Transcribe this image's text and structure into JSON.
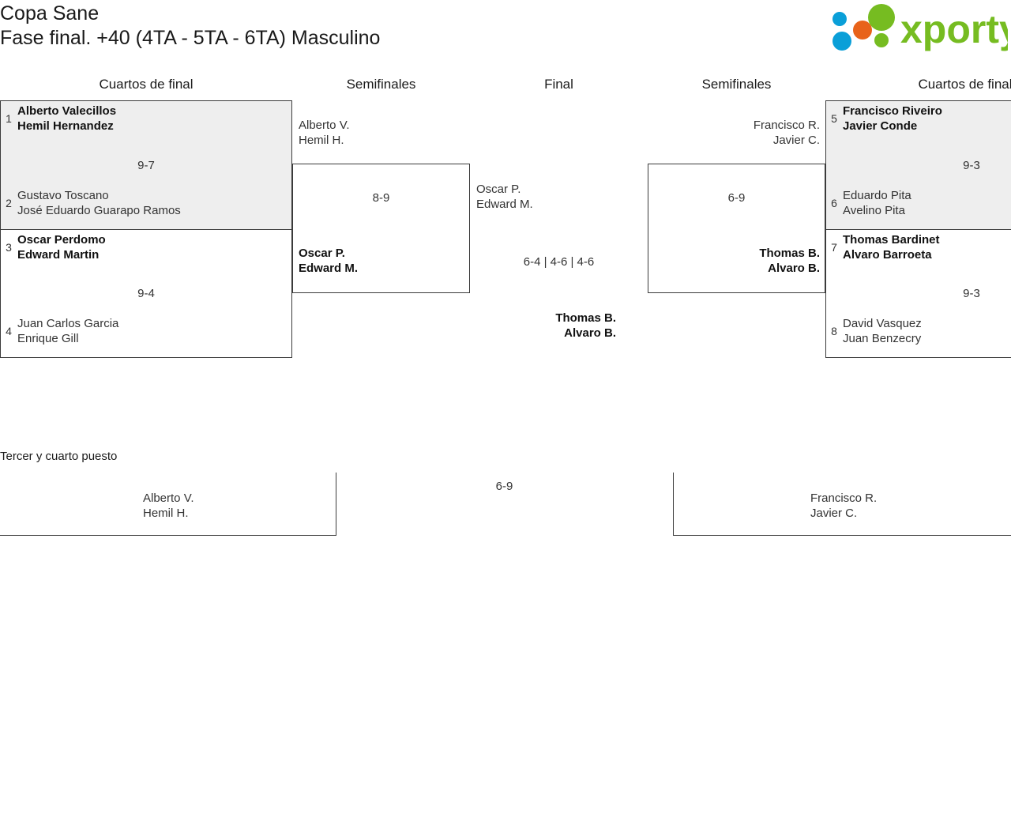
{
  "header": {
    "tournament": "Copa Sane",
    "phase": "Fase final. +40 (4TA - 5TA - 6TA) Masculino",
    "logo_text": "xporty",
    "logo_colors": {
      "green": "#76bc21",
      "blue": "#0a9fd8",
      "orange": "#e8631a"
    }
  },
  "rounds": {
    "qf_left": "Cuartos de final",
    "sf_left": "Semifinales",
    "final": "Final",
    "sf_right": "Semifinales",
    "qf_right": "Cuartos de final"
  },
  "bracket": {
    "quarterfinals_left": [
      {
        "top": {
          "seed": "1",
          "player1": "Alberto Valecillos",
          "player2": "Hemil Hernandez",
          "winner": true
        },
        "bottom": {
          "seed": "2",
          "player1": "Gustavo Toscano",
          "player2": "José Eduardo Guarapo Ramos",
          "winner": false
        },
        "score": "9-7",
        "shaded": true
      },
      {
        "top": {
          "seed": "3",
          "player1": "Oscar Perdomo",
          "player2": "Edward Martin",
          "winner": true
        },
        "bottom": {
          "seed": "4",
          "player1": "Juan Carlos Garcia",
          "player2": "Enrique Gill",
          "winner": false
        },
        "score": "9-4",
        "shaded": false
      }
    ],
    "quarterfinals_right": [
      {
        "top": {
          "seed": "5",
          "player1": "Francisco Riveiro",
          "player2": "Javier Conde",
          "winner": true
        },
        "bottom": {
          "seed": "6",
          "player1": "Eduardo Pita",
          "player2": "Avelino Pita",
          "winner": false
        },
        "score": "9-3",
        "shaded": true
      },
      {
        "top": {
          "seed": "7",
          "player1": "Thomas Bardinet",
          "player2": "Alvaro Barroeta",
          "winner": true
        },
        "bottom": {
          "seed": "8",
          "player1": "David Vasquez",
          "player2": "Juan Benzecry",
          "winner": false
        },
        "score": "9-3",
        "shaded": false
      }
    ],
    "semifinal_left": {
      "top": {
        "player1": "Alberto V.",
        "player2": "Hemil H.",
        "winner": false
      },
      "bottom": {
        "player1": "Oscar P.",
        "player2": "Edward M.",
        "winner": true
      },
      "score": "8-9"
    },
    "semifinal_right": {
      "top": {
        "player1": "Francisco R.",
        "player2": "Javier C.",
        "winner": false
      },
      "bottom": {
        "player1": "Thomas B.",
        "player2": "Alvaro B.",
        "winner": true
      },
      "score": "6-9"
    },
    "final": {
      "top": {
        "player1": "Oscar P.",
        "player2": "Edward M.",
        "winner": false
      },
      "bottom": {
        "player1": "Thomas B.",
        "player2": "Alvaro B.",
        "winner": true
      },
      "score": "6-4 | 4-6 | 4-6"
    },
    "third_place": {
      "title": "Tercer y cuarto puesto",
      "left": {
        "player1": "Alberto V.",
        "player2": "Hemil H.",
        "winner": false
      },
      "right": {
        "player1": "Francisco R.",
        "player2": "Javier C.",
        "winner": false
      },
      "score": "6-9"
    }
  }
}
